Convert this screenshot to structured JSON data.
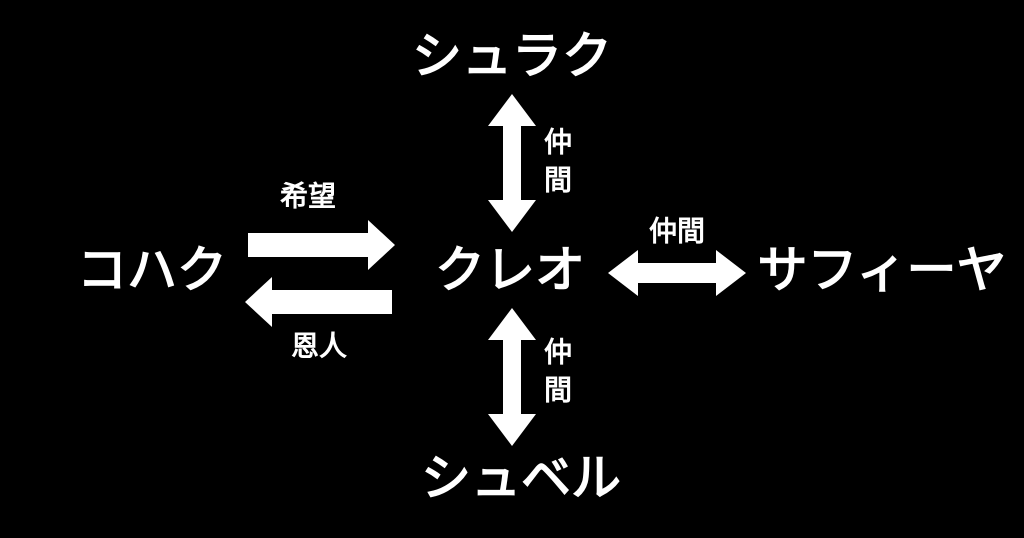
{
  "colors": {
    "background": "#000000",
    "foreground": "#ffffff"
  },
  "nodes": {
    "top": "シュラク",
    "left": "コハク",
    "center": "クレオ",
    "right": "サフィーヤ",
    "bottom": "シュベル"
  },
  "edges": {
    "top": {
      "from": "クレオ",
      "to": "シュラク",
      "direction": "bidirectional",
      "label_line1": "仲",
      "label_line2": "間"
    },
    "left_forward": {
      "from": "コハク",
      "to": "クレオ",
      "direction": "forward",
      "label": "希望"
    },
    "left_backward": {
      "from": "クレオ",
      "to": "コハク",
      "direction": "forward",
      "label": "恩人"
    },
    "right": {
      "from": "クレオ",
      "to": "サフィーヤ",
      "direction": "bidirectional",
      "label": "仲間"
    },
    "bottom": {
      "from": "クレオ",
      "to": "シュベル",
      "direction": "bidirectional",
      "label_line1": "仲",
      "label_line2": "間"
    }
  }
}
